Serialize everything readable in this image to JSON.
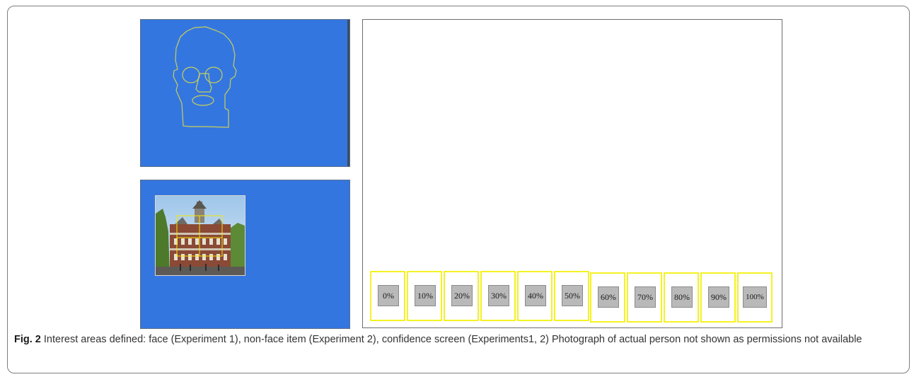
{
  "panels": {
    "face": {
      "bg_color": "#3476e0",
      "outline_color": "#c8cf5a"
    },
    "non_face_item": {
      "bg_color": "#3476e0",
      "box_color": "#f5e700"
    },
    "confidence_screen": {
      "cell_border_color": "#f5f222",
      "scale_labels": [
        "0%",
        "10%",
        "20%",
        "30%",
        "40%",
        "50%",
        "60%",
        "70%",
        "80%",
        "90%",
        "100%"
      ]
    }
  },
  "caption": {
    "label": "Fig. 2",
    "text": " Interest areas defined: face (Experiment 1), non-face item (Experiment 2), confidence screen (Experiments1, 2) Photograph of actual person not shown as permissions not available"
  }
}
